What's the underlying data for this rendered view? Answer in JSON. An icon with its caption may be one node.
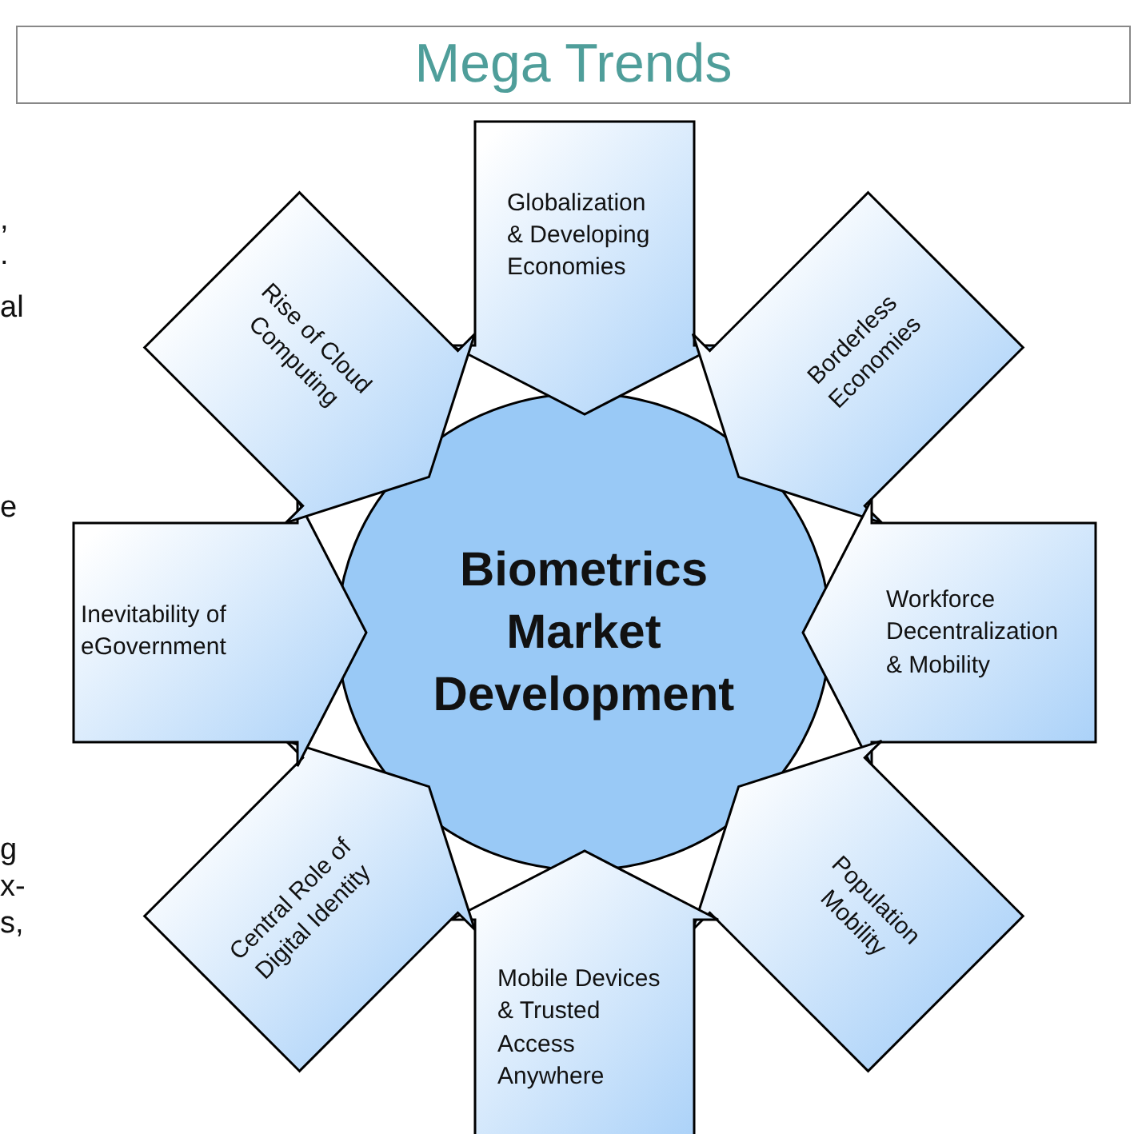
{
  "diagram": {
    "title": "Mega Trends",
    "nodes": [
      {
        "text": [
          "Globalization & Developing Economies"
        ]
      },
      {
        "text": [
          "Borderless Economies"
        ]
      },
      {
        "text": [
          "Workforce Decentralization & Mobility"
        ]
      },
      {
        "text": [
          "Population Mobility"
        ]
      },
      {
        "text": [
          "Mobile Devices & Trusted Access Anywhere"
        ]
      },
      {
        "text": [
          "Central Role of Digital Identity"
        ]
      },
      {
        "text": [
          "Inevitability of eGovernment"
        ]
      },
      {
        "text": [
          "Rise of Cloud Computing"
        ]
      },
      {
        "text": [
          "Biometrics Market Development"
        ]
      }
    ],
    "labels": [
      ",",
      ".",
      "al",
      "e",
      "g",
      "x-",
      "s,"
    ]
  }
}
